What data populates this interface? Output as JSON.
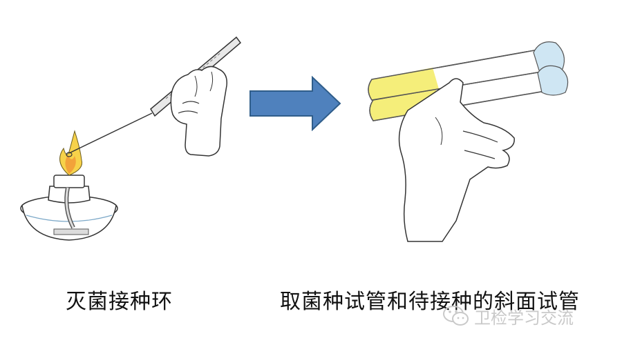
{
  "captions": {
    "left": "灭菌接种环",
    "right": "取菌种试管和待接种的斜面试管"
  },
  "watermark": {
    "text": "卫检学习交流",
    "icon": "wechat-icon"
  },
  "colors": {
    "arrow_fill": "#4f81bd",
    "arrow_stroke": "#2f5d8a",
    "agar_yellow": "#f5ee7a",
    "cotton_blue": "#cfe6f3",
    "flame_orange": "#f2a23a",
    "watermark_gray": "#c9c9c9"
  },
  "icons": {
    "left": "alcohol-lamp-inoculating-loop",
    "arrow": "right-arrow-icon",
    "right": "hand-holding-test-tubes"
  }
}
